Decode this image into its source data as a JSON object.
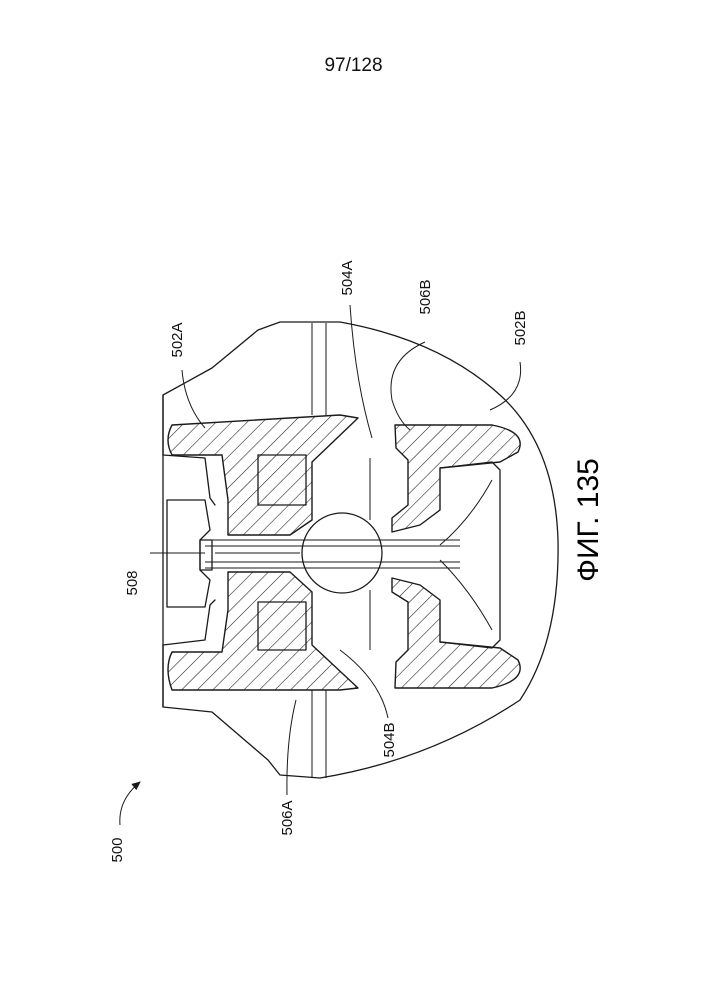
{
  "page": {
    "number": "97/128",
    "figure_caption": "ФИГ. 135"
  },
  "labels": {
    "l500": "500",
    "l502A": "502A",
    "l502B": "502B",
    "l504A": "504A",
    "l504B": "504B",
    "l506A": "506A",
    "l506B": "506B",
    "l508": "508"
  }
}
